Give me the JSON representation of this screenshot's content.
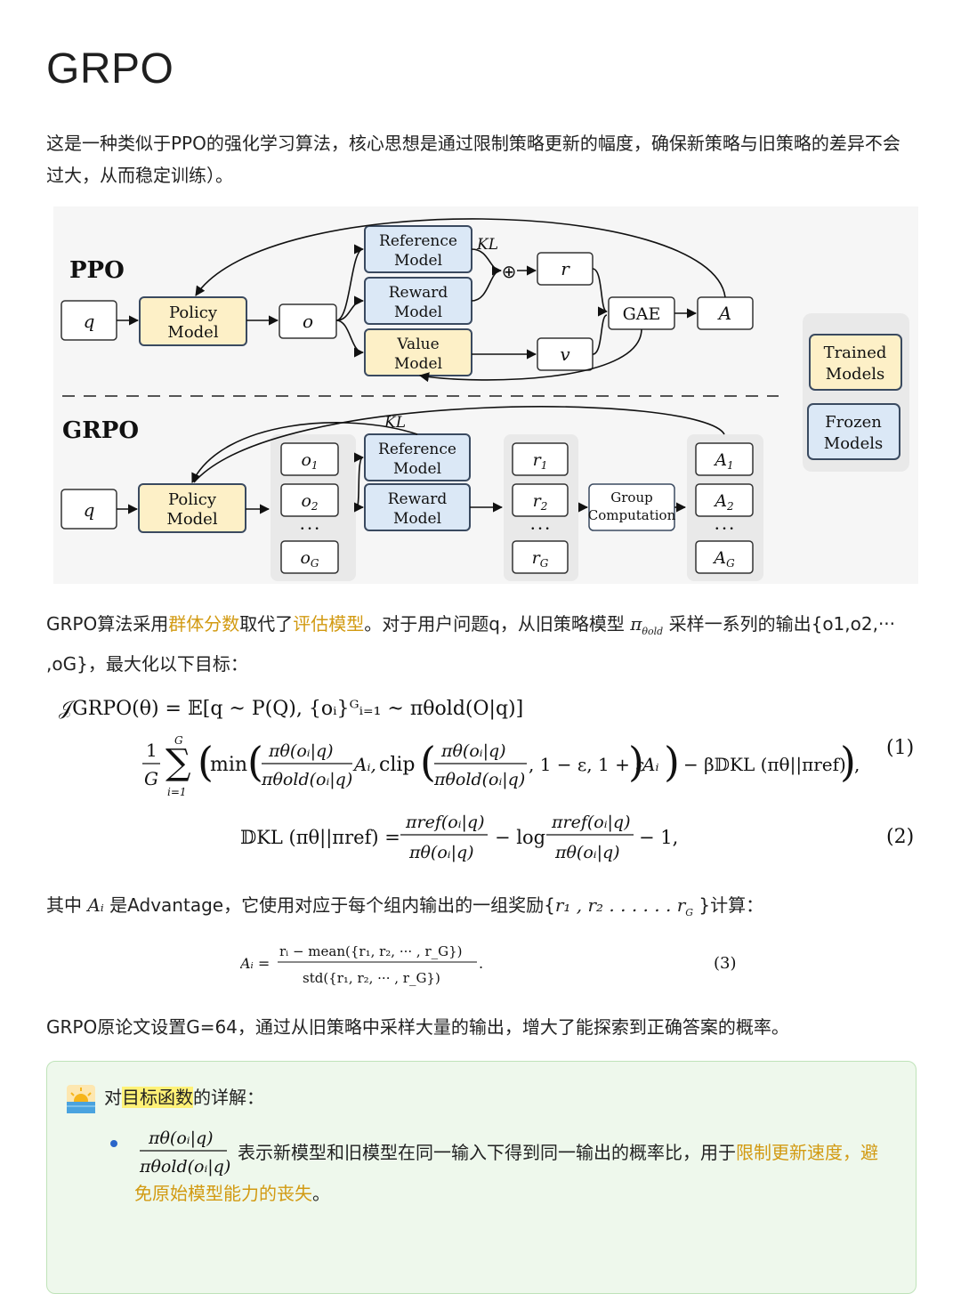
{
  "title": "GRPO",
  "intro": "这是一种类似于PPO的强化学习算法，核心思想是通过限制策略更新的幅度，确保新策略与旧策略的差异不会过大，从而稳定训练）。",
  "diagram": {
    "ppo_label": "PPO",
    "grpo_label": "GRPO",
    "q": "q",
    "o": "o",
    "policy_line1": "Policy",
    "policy_line2": "Model",
    "reference_line1": "Reference",
    "reference_line2": "Model",
    "reward_line1": "Reward",
    "reward_line2": "Model",
    "value_line1": "Value",
    "value_line2": "Model",
    "kl": "KL",
    "r": "r",
    "v": "v",
    "gae": "GAE",
    "a": "A",
    "oplus": "⊕",
    "o_items": [
      "o",
      "o",
      "o"
    ],
    "o_subs": [
      "1",
      "2",
      "G"
    ],
    "r_subs": [
      "1",
      "2",
      "G"
    ],
    "a_subs": [
      "1",
      "2",
      "G"
    ],
    "dots": "• • •",
    "group_line1": "Group",
    "group_line2": "Computation",
    "legend_trained_1": "Trained",
    "legend_trained_2": "Models",
    "legend_frozen_1": "Frozen",
    "legend_frozen_2": "Models",
    "colors": {
      "trained_fill": "#fdf0c7",
      "frozen_fill": "#dbe8f6",
      "border_dark": "#3a4a60",
      "group_bg": "#e9e9e9"
    }
  },
  "para2": {
    "part1": "GRPO算法采用",
    "hl1": "群体分数",
    "part2": "取代了",
    "hl2": "评估模型",
    "part3": "。对于用户问题q，从旧策略模型 ",
    "pi": "π",
    "pi_sub": "θold",
    "part4": " 采样一系列的输出{o1,o2,··· ,oG}，最大化以下目标："
  },
  "equations": {
    "eq1_line1": "𝒥GRPO(θ) = 𝔼[q ~ P(Q), {oᵢ}ᴳᵢ₌₁ ~ πθold(O|q)]",
    "eq1_num": "(1)",
    "eq2_num": "(2)",
    "eq3_num": "(3)"
  },
  "para3": {
    "part1": "其中 ",
    "ai": "Aᵢ",
    "part2": " 是Advantage，它使用对应于每个组内输出的一组奖励{",
    "rewards": "r₁ , r₂ . . . . . . r",
    "rewards_sub": "G",
    "part3": " }计算："
  },
  "para4": "GRPO原论文设置G=64，通过从旧策略中采样大量的输出，增大了能探索到正确答案的概率。",
  "callout": {
    "icon": "sunrise-icon",
    "head_part1": "对",
    "head_hl": "目标函数",
    "head_part2": "的详解：",
    "bullet_text": "表示新模型和旧模型在同一输入下得到同一输出的概率比，用于",
    "bullet_hl": "限制更新速度，避免原始模型能力的丧失",
    "bullet_end": "。"
  }
}
